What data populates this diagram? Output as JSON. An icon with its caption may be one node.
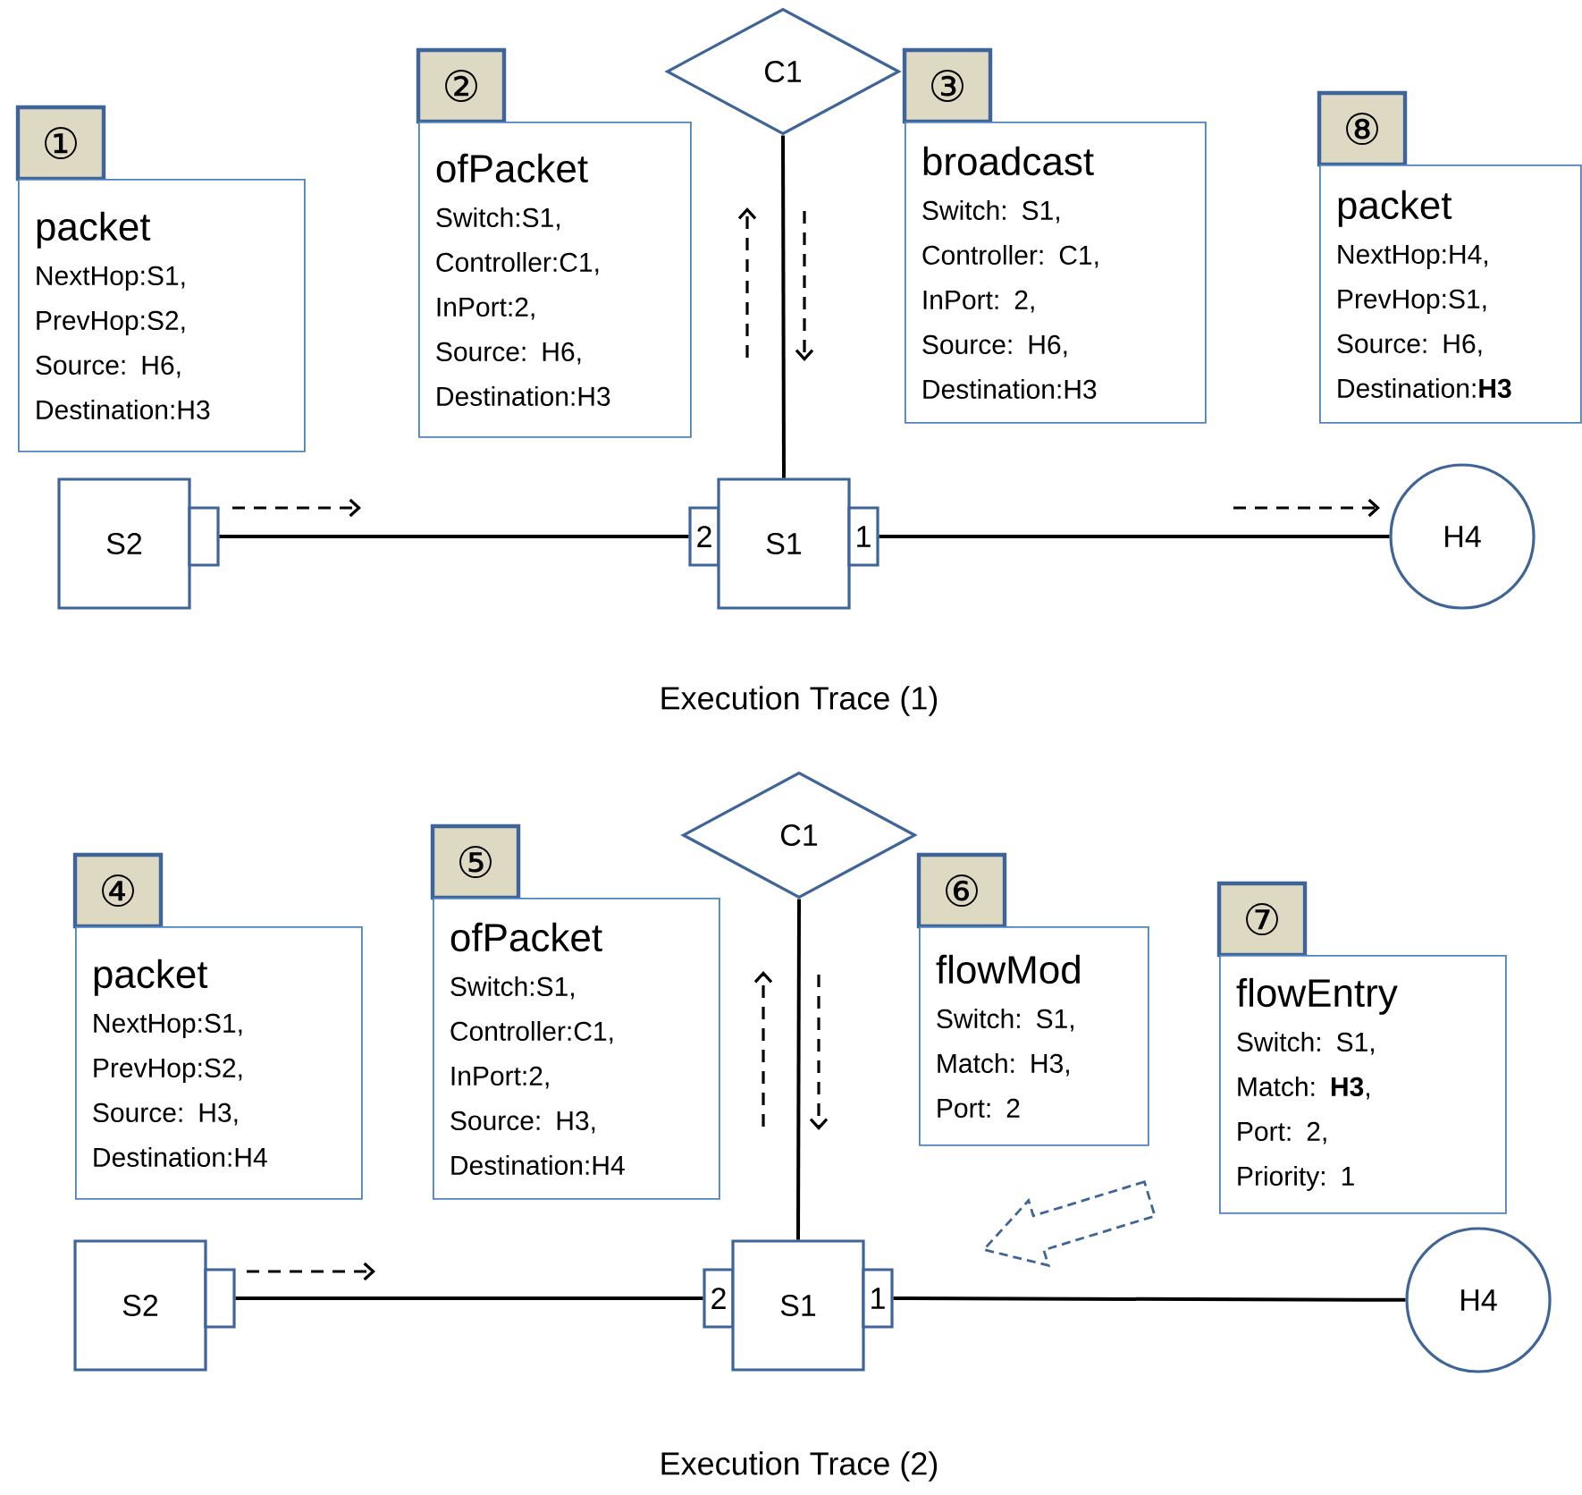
{
  "diagram": {
    "nodes": [
      {
        "text": [
          "①"
        ]
      },
      {
        "text": [
          "packet",
          "NextHop:S1,",
          "PrevHop:S2,",
          "Source: H6,",
          "Destination:H3"
        ]
      },
      {
        "text": [
          "②"
        ]
      },
      {
        "text": [
          "ofPacket",
          "Switch:S1,",
          "Controller:C1,",
          "InPort:2,",
          "Source: H6,",
          "Destination:H3"
        ]
      },
      {
        "text": [
          "C1"
        ]
      },
      {
        "text": [
          "③"
        ]
      },
      {
        "text": [
          "broadcast",
          "Switch: S1,",
          "Controller: C1,",
          "InPort: 2,",
          "Source: H6,",
          "Destination:H3"
        ]
      },
      {
        "text": [
          "⑧"
        ]
      },
      {
        "text": [
          "packet",
          "NextHop:H4,",
          "PrevHop:S1,",
          "Source: H6,",
          "Destination:**H3**"
        ]
      },
      {
        "text": [
          "S2"
        ]
      },
      {
        "text": [],
        "shape": "box"
      },
      {
        "text": [
          "2"
        ]
      },
      {
        "text": [
          "S1"
        ]
      },
      {
        "text": [
          "1"
        ]
      },
      {
        "text": [
          "H4"
        ]
      },
      {
        "text": [
          "C1"
        ]
      },
      {
        "text": [
          "④"
        ]
      },
      {
        "text": [
          "packet",
          "NextHop:S1,",
          "PrevHop:S2,",
          "Source: H3,",
          "Destination:H4"
        ]
      },
      {
        "text": [
          "⑤"
        ]
      },
      {
        "text": [
          "ofPacket",
          "Switch:S1,",
          "Controller:C1,",
          "InPort:2,",
          "Source: H3,",
          "Destination:H4"
        ]
      },
      {
        "text": [
          "⑥"
        ]
      },
      {
        "text": [
          "flowMod",
          "Switch: S1,",
          "Match: H3,",
          "Port: 2"
        ]
      },
      {
        "text": [
          "⑦"
        ]
      },
      {
        "text": [
          "flowEntry",
          "Switch: S1,",
          "Match: **H3**,",
          "Port: 2,",
          "Priority: 1"
        ]
      },
      {
        "text": [
          "S2"
        ]
      },
      {
        "text": [],
        "shape": "box"
      },
      {
        "text": [
          "2"
        ]
      },
      {
        "text": [
          "S1"
        ]
      },
      {
        "text": [
          "1"
        ]
      },
      {
        "text": [
          "H4"
        ]
      }
    ],
    "edges": [
      {
        "from": 10,
        "to": 11,
        "arrow": "none"
      },
      {
        "from": 13,
        "to": 14,
        "arrow": "none"
      },
      {
        "from": 4,
        "to": 12,
        "arrow": "none"
      },
      {
        "from": 25,
        "to": 26,
        "arrow": "none"
      },
      {
        "from": 28,
        "to": 29,
        "arrow": "none"
      },
      {
        "from": 15,
        "to": 27,
        "arrow": "none"
      }
    ],
    "labels": [
      "Execution Trace (1)",
      "Execution Trace (2)"
    ]
  }
}
